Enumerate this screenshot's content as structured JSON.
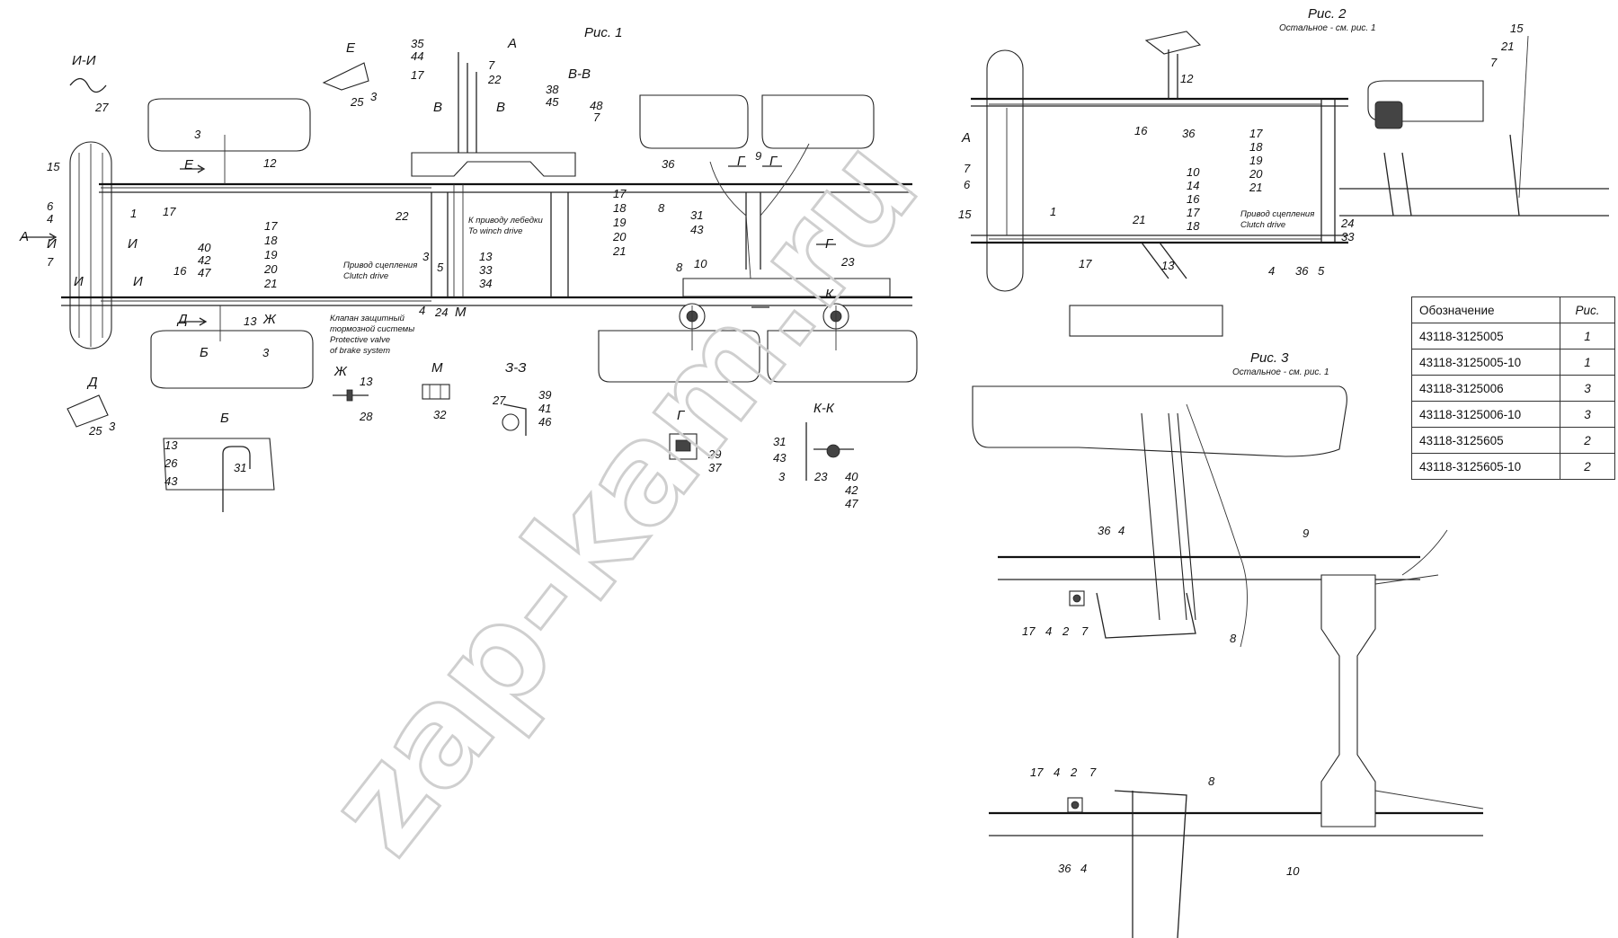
{
  "figures": {
    "fig1": "Рис. 1",
    "fig2": "Рис. 2",
    "fig2_note": "Остальное - см. рис. 1",
    "fig3": "Рис. 3",
    "fig3_note": "Остальное - см. рис. 1"
  },
  "view_labels": {
    "ii": "И-И",
    "e": "Е",
    "a": "А",
    "vv": "В-В",
    "d": "Д",
    "b": "Б",
    "zh": "Ж",
    "m": "М",
    "zz": "З-З",
    "g": "Г",
    "kk": "К-К",
    "a2": "А",
    "g_arrow": "Г",
    "g_arrow2": "Г",
    "k": "К",
    "e2": "Е",
    "d2": "Д",
    "i1": "И",
    "i2": "И",
    "i3": "И",
    "i4": "И",
    "v1": "В",
    "v2": "В",
    "zh2": "Ж",
    "b2": "Б",
    "m2": "М"
  },
  "notes": {
    "winch_ru": "К приводу лебедки",
    "winch_en": "To winch drive",
    "clutch_ru": "Привод сцепления",
    "clutch_en": "Clutch drive",
    "valve_ru1": "Клапан защитный",
    "valve_ru2": "тормозной системы",
    "valve_en1": "Protective valve",
    "valve_en2": "of brake system",
    "clutch2_ru": "Привод сцепления",
    "clutch2_en": "Clutch drive"
  },
  "callouts": {
    "c27": "27",
    "c25a": "25",
    "c3a": "3",
    "c35": "35",
    "c44": "44",
    "c17a": "17",
    "c7a": "7",
    "c22a": "22",
    "c38": "38",
    "c45": "45",
    "c48": "48",
    "c7b": "7",
    "c3b": "3",
    "c12a": "12",
    "c15a": "15",
    "c6a": "6",
    "c4a": "4",
    "c1a": "1",
    "c7c": "7",
    "c17b": "17",
    "c22b": "22",
    "c16a": "16",
    "c40a": "40",
    "c42a": "42",
    "c47a": "47",
    "c13a": "13",
    "c3c": "3",
    "c17c": "17",
    "c18c": "18",
    "c19c": "19",
    "c20c": "20",
    "c21c": "21",
    "c3d": "3",
    "c5a": "5",
    "c13b": "13",
    "c33a": "33",
    "c34a": "34",
    "c4b": "4",
    "c24a": "24",
    "c36a": "36",
    "c8a": "8",
    "c31a": "31",
    "c43a": "43",
    "c9a": "9",
    "c17d": "17",
    "c18d": "18",
    "c19d": "19",
    "c20d": "20",
    "c21d": "21",
    "c8b": "8",
    "c10a": "10",
    "c23a": "23",
    "c25b": "25",
    "c3e": "3",
    "c13c": "13",
    "c28": "28",
    "c32": "32",
    "c27b": "27",
    "c39": "39",
    "c41": "41",
    "c46": "46",
    "c13d": "13",
    "c26": "26",
    "c43b": "43",
    "c31b": "31",
    "c29": "29",
    "c37": "37",
    "c31c": "31",
    "c43c": "43",
    "c3f": "3",
    "c23b": "23",
    "c40b": "40",
    "c42b": "42",
    "c47b": "47",
    "c12b": "12",
    "c16b": "16",
    "c36b": "36",
    "c17e": "17",
    "c18e": "18",
    "c19e": "19",
    "c20e": "20",
    "c21e": "21",
    "c10b": "10",
    "c14": "14",
    "c16c": "16",
    "c17f": "17",
    "c18f": "18",
    "c7d": "7",
    "c6b": "6",
    "c1b": "1",
    "c15b": "15",
    "c21f": "21",
    "c17g": "17",
    "c13e": "13",
    "c4c": "4",
    "c36c": "36",
    "c5b": "5",
    "c24b": "24",
    "c33b": "33",
    "c15c": "15",
    "c21g": "21",
    "c7e": "7",
    "c36d": "36",
    "c4d": "4",
    "c9b": "9",
    "c17h": "17",
    "c4e": "4",
    "c2a": "2",
    "c7f": "7",
    "c8c": "8",
    "c17i": "17",
    "c4f": "4",
    "c2b": "2",
    "c7g": "7",
    "c8d": "8",
    "c36e": "36",
    "c4g": "4",
    "c10c": "10"
  },
  "watermark": "zap-kam.ru",
  "table": {
    "header": {
      "code": "Обозначение",
      "fig": "Рис."
    },
    "rows": [
      {
        "code": "43118-3125005",
        "fig": "1"
      },
      {
        "code": "43118-3125005-10",
        "fig": "1"
      },
      {
        "code": "43118-3125006",
        "fig": "3"
      },
      {
        "code": "43118-3125006-10",
        "fig": "3"
      },
      {
        "code": "43118-3125605",
        "fig": "2"
      },
      {
        "code": "43118-3125605-10",
        "fig": "2"
      }
    ]
  }
}
